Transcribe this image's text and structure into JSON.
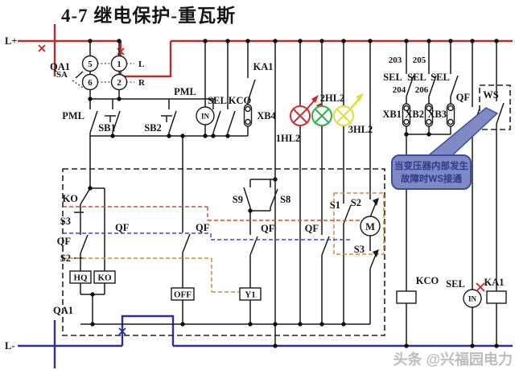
{
  "title": "4-7  继电保护-重瓦斯",
  "watermark": "头条 @兴福园电力",
  "bus": {
    "positive": "L+",
    "negative": "L-",
    "breaker": "QA1"
  },
  "selector_switch": {
    "label": "SA",
    "pins": [
      "5",
      "1",
      "6",
      "2"
    ],
    "left": "L",
    "right": "R"
  },
  "contacts": {
    "pml": "PML",
    "sb1": "SB1",
    "sb2": "SB2",
    "sel": "SEL",
    "kco": "KCO",
    "ka1": "KA1",
    "xb4": "XB4",
    "in": "IN",
    "qf": "QF",
    "ws": "WS",
    "ko": "KO",
    "s1": "S1",
    "s2": "S2",
    "s3": "S3",
    "s8": "S8",
    "s9": "S9"
  },
  "lamps": [
    {
      "label": "1HL2",
      "color": "#c93030"
    },
    {
      "label": "2HL2",
      "color": "#2fae4a"
    },
    {
      "label": "3HL2",
      "color": "#dede3a"
    }
  ],
  "right_feeders": {
    "top_numbers": [
      "203",
      "205"
    ],
    "bottom_numbers": [
      "204",
      "206"
    ],
    "links": [
      "XB1",
      "XB2",
      "XB3"
    ]
  },
  "boxes": {
    "hq": "HQ",
    "ko": "KO",
    "off": "OFF",
    "y1": "Y1",
    "motor": "M"
  },
  "coils": {
    "kco": "KCO",
    "sel": "SEL",
    "ka1": "KA1"
  },
  "callout": {
    "line1": "当变压器内部发生",
    "line2": "故障时WS接通"
  }
}
